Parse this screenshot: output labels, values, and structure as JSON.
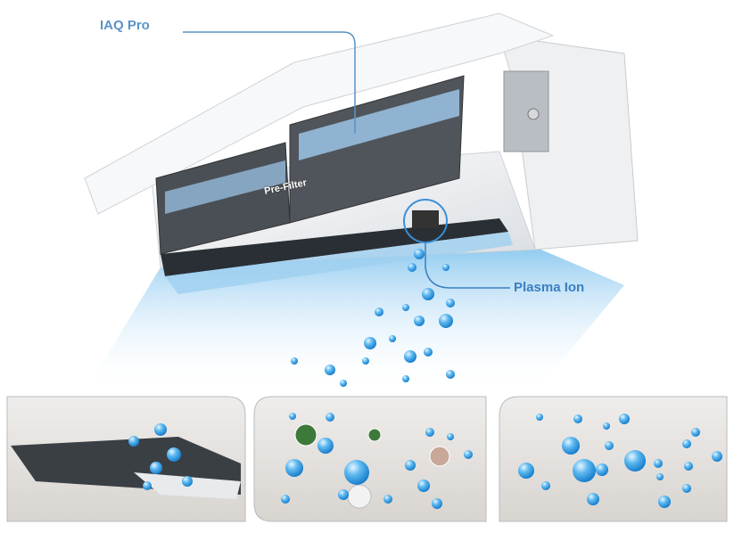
{
  "labels": {
    "iaq_pro": "IAQ Pro",
    "pre_filter": "Pre-Filter",
    "plasma_ion": "Plasma Ion"
  },
  "colors": {
    "label_blue": "#5b93c7",
    "plasma_blue": "#3a7fc0",
    "airflow_blue": "#8cc6ee",
    "bubble_blue": "#2f9be0",
    "panel_grey": "#e6e3e0"
  },
  "panels": [
    {
      "name": "close-up-vent"
    },
    {
      "name": "ions-with-contaminants"
    },
    {
      "name": "clean-air-ions"
    }
  ]
}
